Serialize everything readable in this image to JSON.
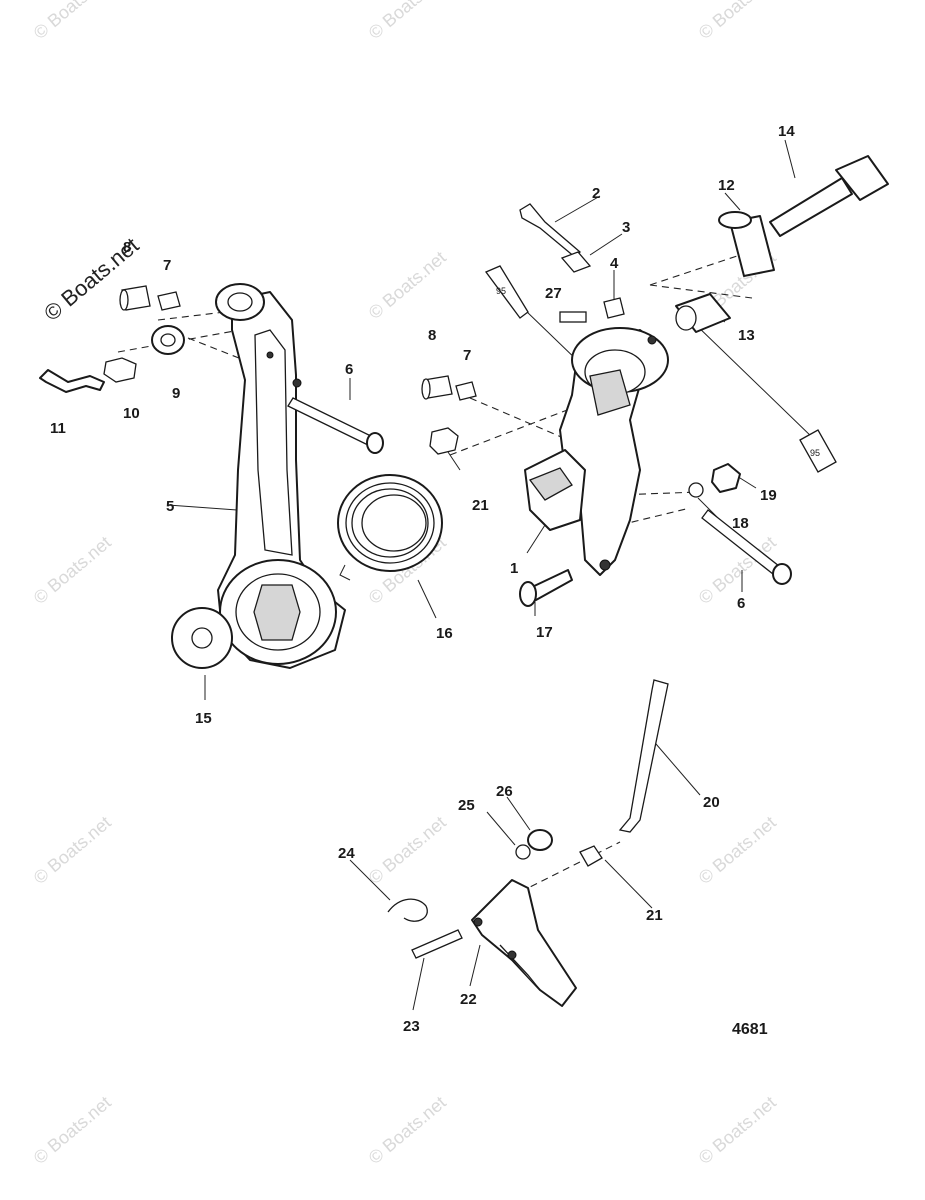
{
  "diagram": {
    "figure_number": "4681",
    "watermark": "© Boats.net",
    "callouts": {
      "c1": "1",
      "c2": "2",
      "c3": "3",
      "c4": "4",
      "c5": "5",
      "c6a": "6",
      "c6b": "6",
      "c7a": "7",
      "c7b": "7",
      "c8a": "8",
      "c8b": "8",
      "c9": "9",
      "c10": "10",
      "c11": "11",
      "c12": "12",
      "c13": "13",
      "c14": "14",
      "c15": "15",
      "c16": "16",
      "c17": "17",
      "c18": "18",
      "c19": "19",
      "c20": "20",
      "c21a": "21",
      "c21b": "21",
      "c22": "22",
      "c23": "23",
      "c24": "24",
      "c25": "25",
      "c26": "26",
      "c27": "27"
    },
    "tube_label": "95"
  }
}
